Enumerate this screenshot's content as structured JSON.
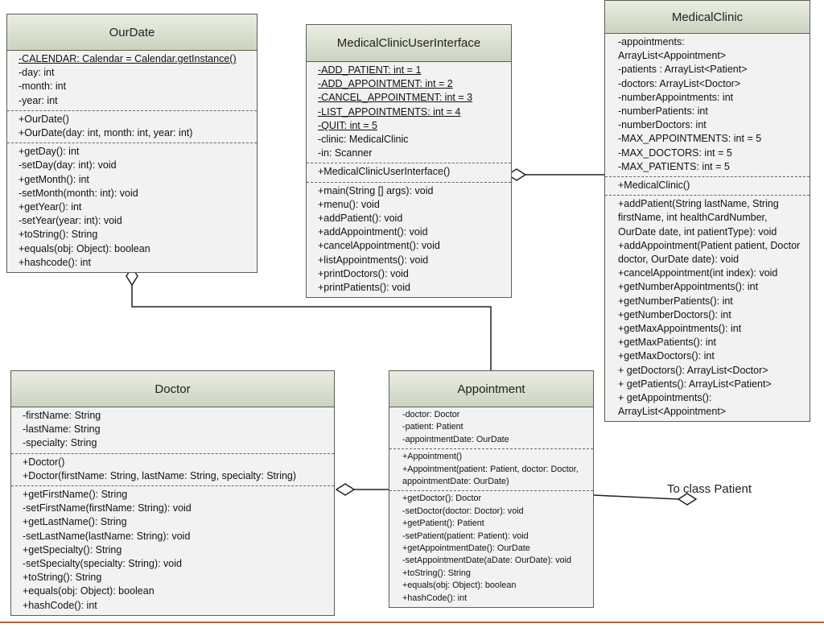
{
  "classes": [
    {
      "key": "ourdate",
      "name": "OurDate",
      "attributes": [
        {
          "text": "-CALENDAR: Calendar = Calendar.getInstance()",
          "static": true
        },
        {
          "text": "-day: int"
        },
        {
          "text": "-month: int"
        },
        {
          "text": "-year: int"
        }
      ],
      "constructors": [
        {
          "text": "+OurDate()"
        },
        {
          "text": "+OurDate(day: int, month: int, year: int)"
        }
      ],
      "methods": [
        {
          "text": "+getDay(): int"
        },
        {
          "text": "-setDay(day: int): void"
        },
        {
          "text": "+getMonth(): int"
        },
        {
          "text": "-setMonth(month: int): void"
        },
        {
          "text": "+getYear(): int"
        },
        {
          "text": "-setYear(year: int): void"
        },
        {
          "text": "+toString(): String"
        },
        {
          "text": "+equals(obj: Object): boolean"
        },
        {
          "text": "+hashcode(): int"
        }
      ]
    },
    {
      "key": "ui",
      "name": "MedicalClinicUserInterface",
      "attributes": [
        {
          "text": "-ADD_PATIENT: int = 1",
          "static": true
        },
        {
          "text": "-ADD_APPOINTMENT: int = 2",
          "static": true
        },
        {
          "text": "-CANCEL_APPOINTMENT: int = 3",
          "static": true
        },
        {
          "text": "-LIST_APPOINTMENTS: int = 4",
          "static": true
        },
        {
          "text": "-QUIT: int = 5",
          "static": true
        },
        {
          "text": "-clinic: MedicalClinic"
        },
        {
          "text": "-in: Scanner"
        }
      ],
      "constructors": [
        {
          "text": "+MedicalClinicUserInterface()"
        }
      ],
      "methods": [
        {
          "text": "+main(String [] args): void"
        },
        {
          "text": "+menu(): void"
        },
        {
          "text": "+addPatient(): void"
        },
        {
          "text": "+addAppointment(): void"
        },
        {
          "text": "+cancelAppointment(): void"
        },
        {
          "text": "+listAppointments(): void"
        },
        {
          "text": "+printDoctors(): void"
        },
        {
          "text": "+printPatients(): void"
        }
      ]
    },
    {
      "key": "clinic",
      "name": "MedicalClinic",
      "attributes": [
        {
          "text": "-appointments:"
        },
        {
          "text": "ArrayList<Appointment>"
        },
        {
          "text": "-patients : ArrayList<Patient>"
        },
        {
          "text": "-doctors: ArrayList<Doctor>"
        },
        {
          "text": "-numberAppointments: int"
        },
        {
          "text": "-numberPatients: int"
        },
        {
          "text": "-numberDoctors: int"
        },
        {
          "text": "-MAX_APPOINTMENTS: int = 5"
        },
        {
          "text": "-MAX_DOCTORS: int = 5"
        },
        {
          "text": "-MAX_PATIENTS: int = 5"
        }
      ],
      "constructors": [
        {
          "text": "+MedicalClinic()"
        }
      ],
      "methods": [
        {
          "text": "+addPatient(String lastName, String firstName, int healthCardNumber, OurDate date, int patientType): void"
        },
        {
          "text": "+addAppointment(Patient patient, Doctor doctor, OurDate date): void"
        },
        {
          "text": "+cancelAppointment(int index): void"
        },
        {
          "text": "+getNumberAppointments(): int"
        },
        {
          "text": "+getNumberPatients(): int"
        },
        {
          "text": "+getNumberDoctors(): int"
        },
        {
          "text": "+getMaxAppointments(): int"
        },
        {
          "text": "+getMaxPatients(): int"
        },
        {
          "text": "+getMaxDoctors(): int"
        },
        {
          "text": "+ getDoctors(): ArrayList<Doctor>"
        },
        {
          "text": "+ getPatients(): ArrayList<Patient>"
        },
        {
          "text": "+ getAppointments(): ArrayList<Appointment>"
        }
      ]
    },
    {
      "key": "doctor",
      "name": "Doctor",
      "attributes": [
        {
          "text": "-firstName: String"
        },
        {
          "text": "-lastName: String"
        },
        {
          "text": "-specialty: String"
        }
      ],
      "constructors": [
        {
          "text": "+Doctor()"
        },
        {
          "text": "+Doctor(firstName: String, lastName: String, specialty: String)"
        }
      ],
      "methods": [
        {
          "text": "+getFirstName(): String"
        },
        {
          "text": "-setFirstName(firstName: String): void"
        },
        {
          "text": "+getLastName(): String"
        },
        {
          "text": "-setLastName(lastName: String): void"
        },
        {
          "text": "+getSpecialty(): String"
        },
        {
          "text": "-setSpecialty(specialty: String): void"
        },
        {
          "text": "+toString(): String"
        },
        {
          "text": "+equals(obj: Object): boolean"
        },
        {
          "text": "+hashCode(): int"
        }
      ]
    },
    {
      "key": "appt",
      "name": "Appointment",
      "attributes": [
        {
          "text": "-doctor: Doctor"
        },
        {
          "text": "-patient: Patient"
        },
        {
          "text": "-appointmentDate: OurDate"
        }
      ],
      "constructors": [
        {
          "text": "+Appointment()"
        },
        {
          "text": "+Appointment(patient: Patient, doctor: Doctor, appointmentDate: OurDate)"
        }
      ],
      "methods": [
        {
          "text": "+getDoctor(): Doctor"
        },
        {
          "text": "-setDoctor(doctor: Doctor): void"
        },
        {
          "text": "+getPatient(): Patient"
        },
        {
          "text": "-setPatient(patient: Patient): void"
        },
        {
          "text": "+getAppointmentDate(): OurDate"
        },
        {
          "text": "-setAppointmentDate(aDate: OurDate): void"
        },
        {
          "text": "+toString(): String"
        },
        {
          "text": "+equals(obj: Object): boolean"
        },
        {
          "text": "+hashCode(): int"
        }
      ]
    }
  ],
  "relationships": [
    {
      "from": "ui",
      "to": "clinic",
      "type": "aggregation"
    },
    {
      "from": "ourdate",
      "to": "appt",
      "type": "aggregation"
    },
    {
      "from": "doctor",
      "to": "appt",
      "type": "aggregation"
    },
    {
      "from": "patient",
      "to": "appt",
      "type": "aggregation"
    }
  ],
  "note": "To class Patient"
}
